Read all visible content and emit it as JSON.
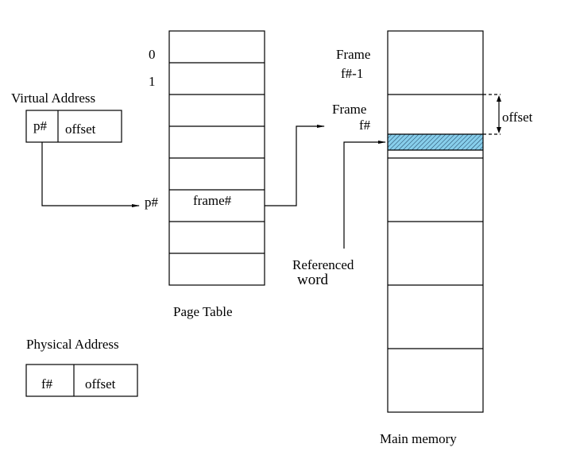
{
  "virtual_address": {
    "title": "Virtual Address",
    "fields": [
      "p#",
      "offset"
    ]
  },
  "page_table": {
    "caption": "Page Table",
    "row_labels": [
      "0",
      "1"
    ],
    "indexed_row_label": "p#",
    "indexed_row_content": "frame#"
  },
  "main_memory": {
    "caption": "Main memory",
    "frame_prev_label": [
      "Frame",
      "f#-1"
    ],
    "frame_label": [
      "Frame",
      "f#"
    ],
    "offset_label": "offset",
    "referenced_label": [
      "Referenced",
      "word"
    ],
    "highlight_color": "#87ceeb"
  },
  "physical_address": {
    "title": "Physical Address",
    "fields": [
      "f#",
      "offset"
    ]
  }
}
